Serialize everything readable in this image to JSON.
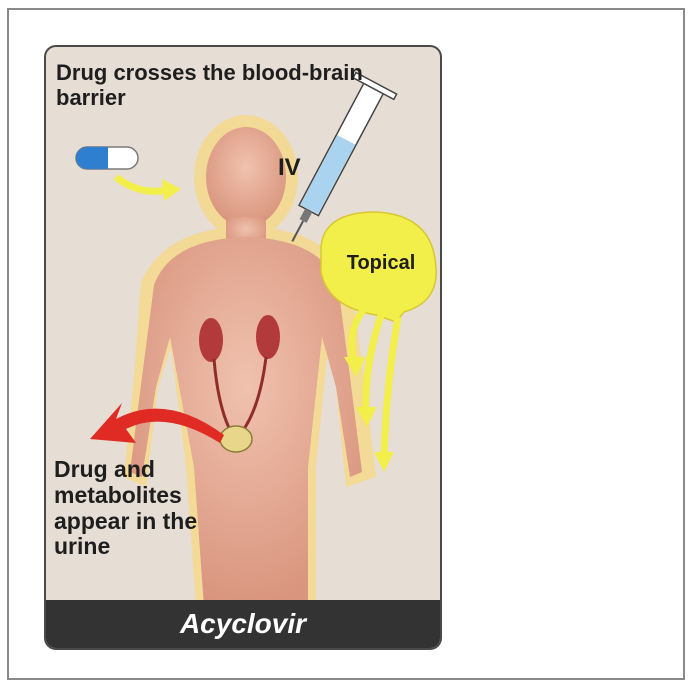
{
  "diagram": {
    "headline": "Drug crosses the blood-brain barrier",
    "route_iv": "IV",
    "route_topical": "Topical",
    "elimination_note": "Drug and metabolites appear in the urine",
    "drug_name": "Acyclovir"
  },
  "colors": {
    "card_bg": "#e6ddd5",
    "skin": "#e9b19c",
    "halo": "#f6d98c",
    "yellow_arrow": "#f2ee4a",
    "red_arrow": "#e02a24",
    "kidney": "#b23a3a",
    "capsule_blue": "#2f7fd0",
    "syringe_fluid": "#a9d3ee",
    "bar_bg": "#333333"
  }
}
